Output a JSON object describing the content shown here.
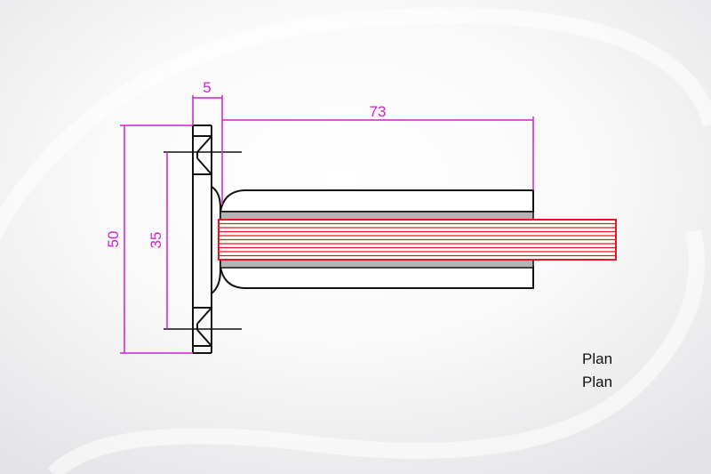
{
  "dimensions": {
    "flange_thickness": "5",
    "tube_length": "73",
    "flange_height": "50",
    "bolt_spacing": "35"
  },
  "captions": {
    "line1": "Plan",
    "line2": "Plan"
  },
  "colors": {
    "dimension": "#d21ed2",
    "glass": "#e8141e",
    "outline": "#111111",
    "gasket": "#b4b4b4"
  },
  "glass_layers": 10
}
